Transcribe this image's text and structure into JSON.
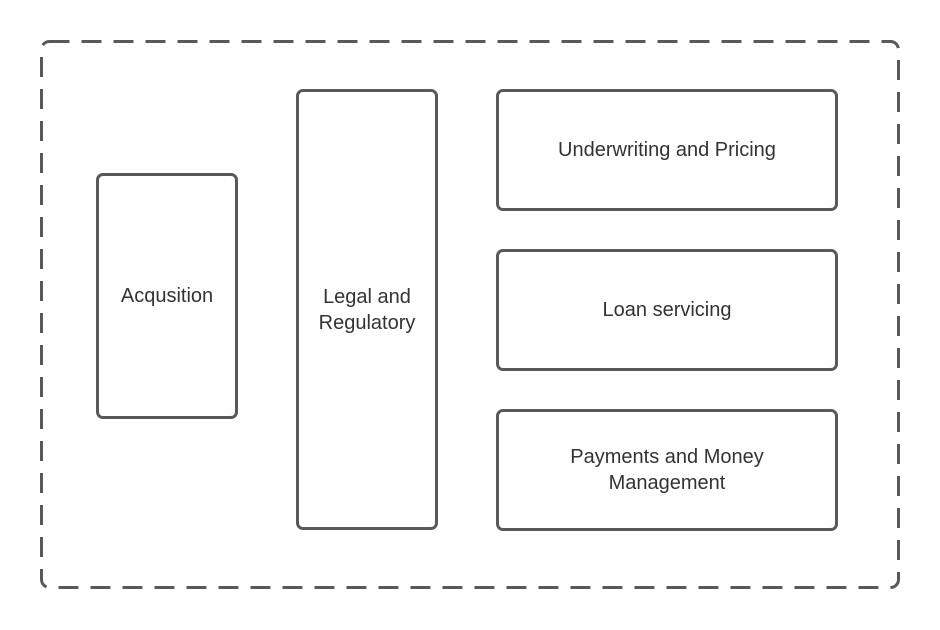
{
  "diagram": {
    "border_color": "#595959",
    "text_color": "#333333",
    "background": "#ffffff",
    "boundary_style": "dashed",
    "blocks": [
      {
        "id": "acquisition",
        "label": "Acqusition"
      },
      {
        "id": "legal",
        "label": "Legal and\nRegulatory"
      },
      {
        "id": "underwriting",
        "label": "Underwriting and Pricing"
      },
      {
        "id": "loan",
        "label": "Loan servicing"
      },
      {
        "id": "payments",
        "label": "Payments and Money\nManagement"
      }
    ]
  }
}
